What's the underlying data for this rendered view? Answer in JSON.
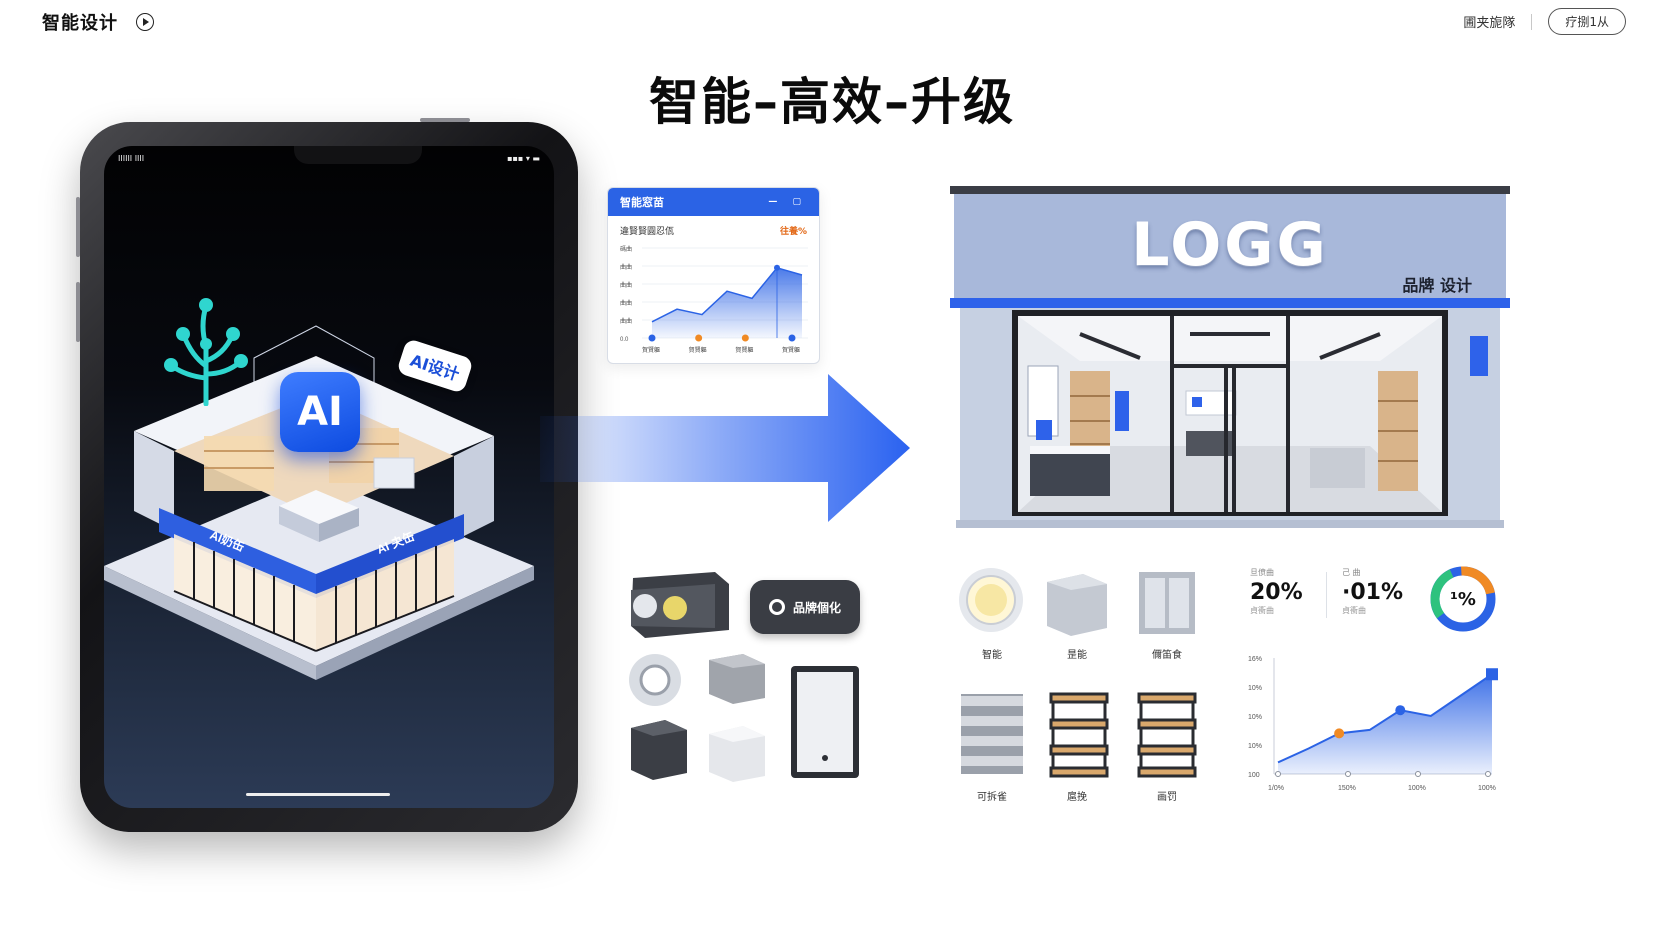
{
  "header": {
    "brand": "智能设计",
    "nav_link": "圃夹旎隊",
    "nav_pill": "疗捌1从"
  },
  "headline": "智能–高效–升级",
  "tablet": {
    "status_left": "IIIIII IIII",
    "status_right": "▪▪▪ ▾ ▬",
    "ai_badge": "AI",
    "ai_tag": "AI设计",
    "store_sign_left": "AI奶缶",
    "store_sign_right": "AI 夬缶",
    "colors": {
      "badge": "#2b63e5",
      "tree": "#2fd6cf"
    }
  },
  "analytics_card": {
    "title": "智能窓苗",
    "controls": "— ▢",
    "subtitle": "違賢賢圓忍佤",
    "percent": "往養%",
    "y_ticks": [
      "碼曲",
      "曲曲",
      "曲曲",
      "曲曲",
      "曲曲",
      "0.0"
    ],
    "x_ticks": [
      "賀賢軀",
      "賀賢軀",
      "賀賢軀",
      "賀賢軀"
    ],
    "series": [
      18,
      32,
      26,
      52,
      44,
      78,
      70
    ],
    "marker_colors": [
      "#2b63e5",
      "#f08a24",
      "#f08a24",
      "#2b63e5"
    ]
  },
  "storefront": {
    "logo": "LOGG",
    "subtitle": "品牌 设计",
    "colors": {
      "fascia": "#9fb2d8",
      "band": "#2e62ea"
    }
  },
  "materials": {
    "pill_button": "品牌個化"
  },
  "furniture": {
    "labels_top": [
      "智能",
      "昰能",
      "儞笛食"
    ],
    "labels_bottom": [
      "可拆雀",
      "扈挽",
      "画罚"
    ]
  },
  "stats": [
    {
      "caption": "旦偾曲",
      "value": "20%",
      "sub": "貞衝曲"
    },
    {
      "caption": "己 曲",
      "value": "·01%",
      "sub": "貞衝曲"
    }
  ],
  "donut": {
    "label": "¹%",
    "colors": [
      "#f08a24",
      "#2ec27e",
      "#2b63e5"
    ]
  },
  "growth_chart": {
    "y_ticks": [
      "16%",
      "10%",
      "10%",
      "10%",
      "100"
    ],
    "x_ticks": [
      "1/0%",
      "150%",
      "100%",
      "100%"
    ],
    "series": [
      10,
      22,
      35,
      38,
      55,
      50,
      68,
      86
    ],
    "highlight_colors": [
      "#f08a24",
      "#2b63e5"
    ]
  }
}
